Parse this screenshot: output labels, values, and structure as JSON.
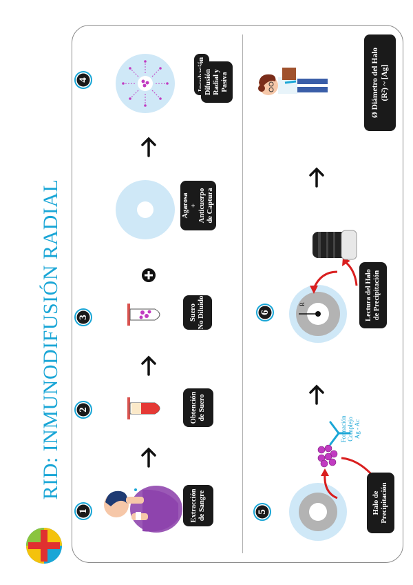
{
  "header": {
    "title": "RID: INMUNODIFUSIÓN RADIAL"
  },
  "steps": {
    "s1": {
      "number": "1",
      "label_l1": "Extracción",
      "label_l2": "de Sangre"
    },
    "s2": {
      "number": "2",
      "label_l1": "Obtención",
      "label_l2": "de Suero"
    },
    "s3": {
      "number": "3",
      "label_l1": "Suero",
      "label_l2": "No Diluido"
    },
    "reagent": {
      "label_l1": "Agarosa",
      "label_l2": "+",
      "label_l3": "Anticuerpo",
      "label_l4": "de Captura"
    },
    "s4": {
      "number": "4",
      "label_l1": "Incubación",
      "label_l2": "Difusión",
      "label_l3": "Radial y",
      "label_l4": "Pasiva"
    },
    "s5": {
      "number": "5",
      "label_l1": "Halo de",
      "label_l2": "Precipitación",
      "side_l1": "Formación",
      "side_l2": "Complejo",
      "side_l3": "Ag - Ac"
    },
    "s6": {
      "number": "6",
      "label_l1": "Lectura del Halo",
      "label_l2": "de Precipitación",
      "radius_letter": "R"
    },
    "result": {
      "label_l1": "Ø Diámetro del Halo",
      "label_l2": "(R²) ~ [Ag]"
    }
  },
  "colors": {
    "accent": "#1aa6d6",
    "halo_light": "#cfe8f7",
    "halo_gray": "#b3b3b3",
    "arrow_red": "#d91f1f",
    "label_bg": "#1a1a1a"
  }
}
